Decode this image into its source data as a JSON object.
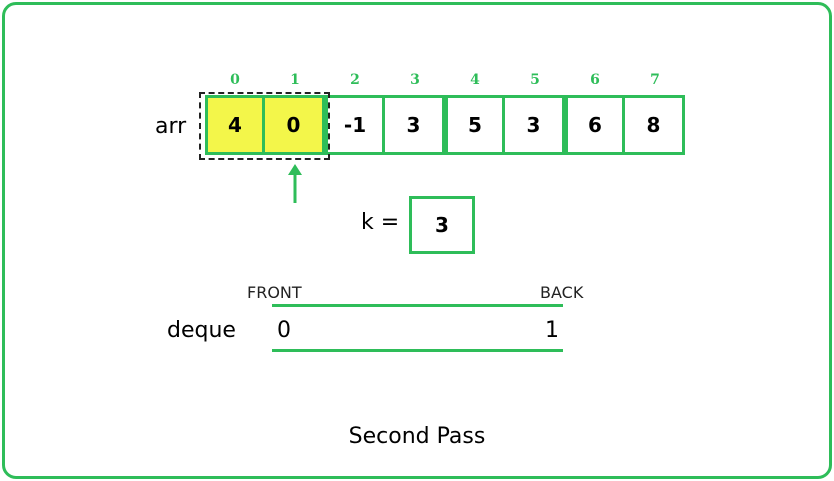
{
  "array": {
    "label": "arr",
    "indices": [
      "0",
      "1",
      "2",
      "3",
      "4",
      "5",
      "6",
      "7"
    ],
    "values": [
      "4",
      "0",
      "-1",
      "3",
      "5",
      "3",
      "6",
      "8"
    ],
    "highlighted_indices": [
      0,
      1
    ]
  },
  "k": {
    "label": "k =",
    "value": "3"
  },
  "deque": {
    "label": "deque",
    "front_label": "FRONT",
    "back_label": "BACK",
    "front_value": "0",
    "back_value": "1"
  },
  "caption": "Second Pass",
  "colors": {
    "accent": "#2ebd59",
    "highlight": "#f3f64a",
    "window_border": "#222222"
  },
  "icons": [
    "up-arrow-icon"
  ]
}
